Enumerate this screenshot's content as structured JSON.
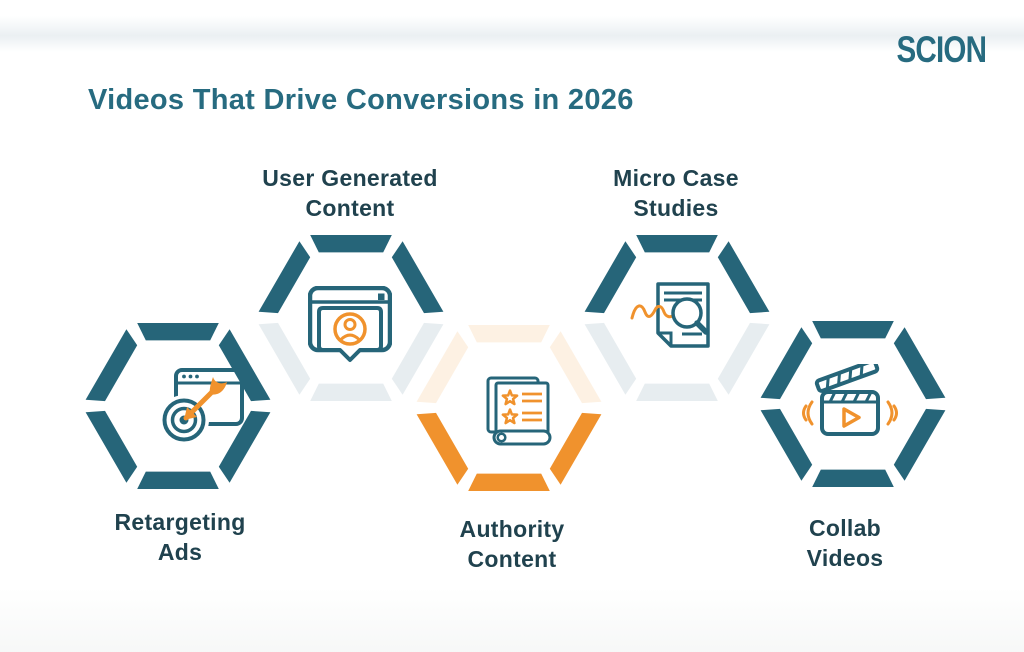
{
  "logo": "SCION",
  "title": "Videos That Drive Conversions in 2026",
  "colors": {
    "teal": "#266579",
    "orange": "#f0922d",
    "light_gray": "#e7edf0",
    "light_cream": "#fdf1e3",
    "label_ink": "#20424e",
    "brand_teal": "#276b80",
    "icon_orange": "#ef9829",
    "white": "#ffffff"
  },
  "items": [
    {
      "label": "Retargeting Ads",
      "label_lines": [
        "Retargeting",
        "Ads"
      ],
      "variant": "solid-teal",
      "icon": "retargeting-ads-icon"
    },
    {
      "label": "User Generated Content",
      "label_lines": [
        "User Generated",
        "Content"
      ],
      "variant": "teal-top-faded-bottom",
      "icon": "user-generated-content-icon"
    },
    {
      "label": "Authority Content",
      "label_lines": [
        "Authority",
        "Content"
      ],
      "variant": "orange-bottom-faded-top",
      "icon": "authority-content-icon"
    },
    {
      "label": "Micro Case Studies",
      "label_lines": [
        "Micro Case",
        "Studies"
      ],
      "variant": "teal-top-faded-bottom",
      "icon": "micro-case-studies-icon"
    },
    {
      "label": "Collab Videos",
      "label_lines": [
        "Collab",
        "Videos"
      ],
      "variant": "solid-teal",
      "icon": "collab-videos-icon"
    }
  ]
}
